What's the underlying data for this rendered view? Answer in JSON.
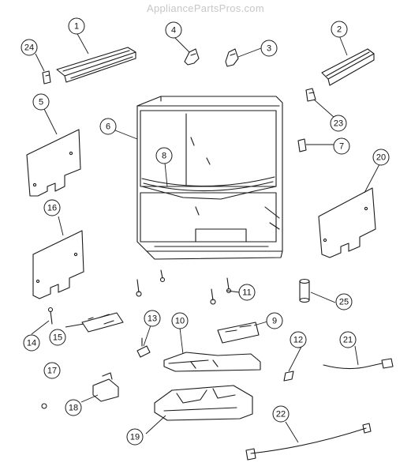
{
  "watermark": "AppliancePartsPros.com",
  "callouts": [
    {
      "label": "1"
    },
    {
      "label": "2"
    },
    {
      "label": "3"
    },
    {
      "label": "4"
    },
    {
      "label": "5"
    },
    {
      "label": "6"
    },
    {
      "label": "7"
    },
    {
      "label": "8"
    },
    {
      "label": "9"
    },
    {
      "label": "10"
    },
    {
      "label": "11"
    },
    {
      "label": "12"
    },
    {
      "label": "13"
    },
    {
      "label": "14"
    },
    {
      "label": "15"
    },
    {
      "label": "16"
    },
    {
      "label": "17"
    },
    {
      "label": "18"
    },
    {
      "label": "19"
    },
    {
      "label": "20"
    },
    {
      "label": "21"
    },
    {
      "label": "22"
    },
    {
      "label": "23"
    },
    {
      "label": "24"
    },
    {
      "label": "25"
    }
  ],
  "colors": {
    "line": "#1a1a1a",
    "watermark": "#c7c7c7",
    "background": "#ffffff"
  }
}
